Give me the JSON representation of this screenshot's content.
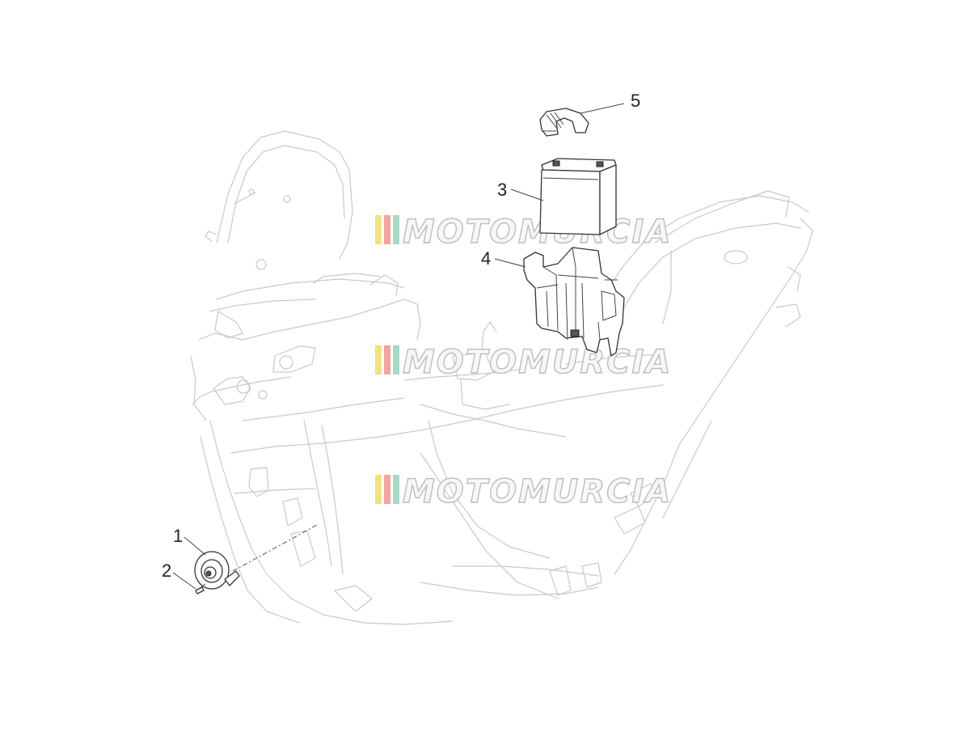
{
  "diagram": {
    "callouts": [
      {
        "id": "1",
        "label": "1"
      },
      {
        "id": "2",
        "label": "2"
      },
      {
        "id": "3",
        "label": "3"
      },
      {
        "id": "4",
        "label": "4"
      },
      {
        "id": "5",
        "label": "5"
      }
    ]
  },
  "watermark": {
    "text": "MOTOMURCIA",
    "stripe_colors": [
      "#f3e27a",
      "#f5a39b",
      "#a9d8c6"
    ]
  }
}
